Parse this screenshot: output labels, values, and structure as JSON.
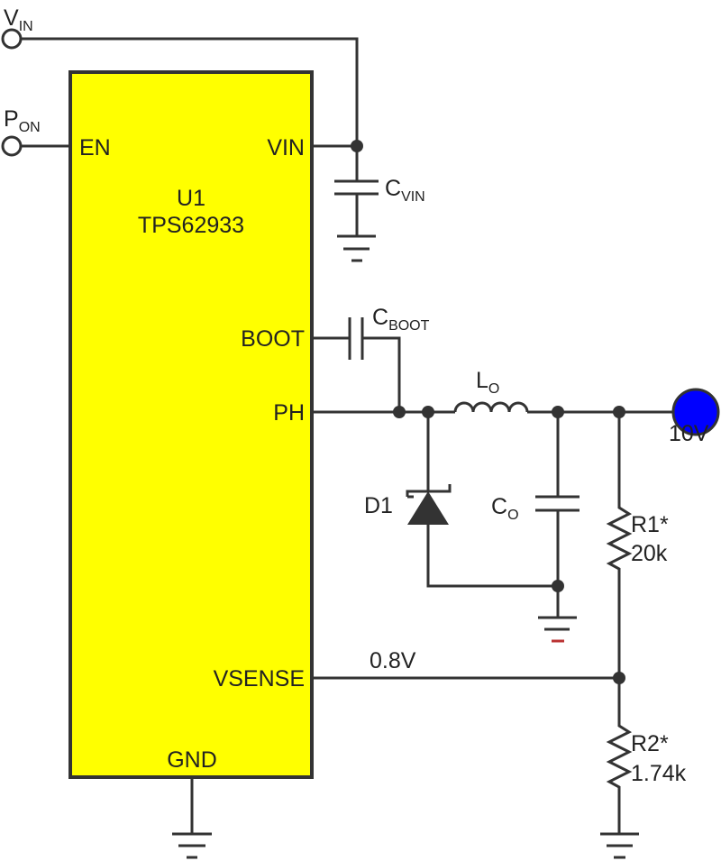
{
  "terminals": {
    "vin": {
      "main": "V",
      "sub": "IN"
    },
    "pon": {
      "main": "P",
      "sub": "ON"
    },
    "output": {
      "label": "10V",
      "color": "#0000ff"
    }
  },
  "ic": {
    "ref": "U1",
    "part": "TPS62933",
    "fill": "#ffff00",
    "pins": {
      "en": "EN",
      "vin": "VIN",
      "boot": "BOOT",
      "ph": "PH",
      "vsense": "VSENSE",
      "gnd": "GND"
    }
  },
  "components": {
    "cvin": {
      "main": "C",
      "sub": "VIN"
    },
    "cboot": {
      "main": "C",
      "sub": "BOOT"
    },
    "lo": {
      "main": "L",
      "sub": "O"
    },
    "co": {
      "main": "C",
      "sub": "O"
    },
    "d1": {
      "label": "D1"
    },
    "r1": {
      "ref": "R1*",
      "value": "20k"
    },
    "r2": {
      "ref": "R2*",
      "value": "1.74k"
    }
  },
  "nets": {
    "vsense_voltage": "0.8V"
  }
}
